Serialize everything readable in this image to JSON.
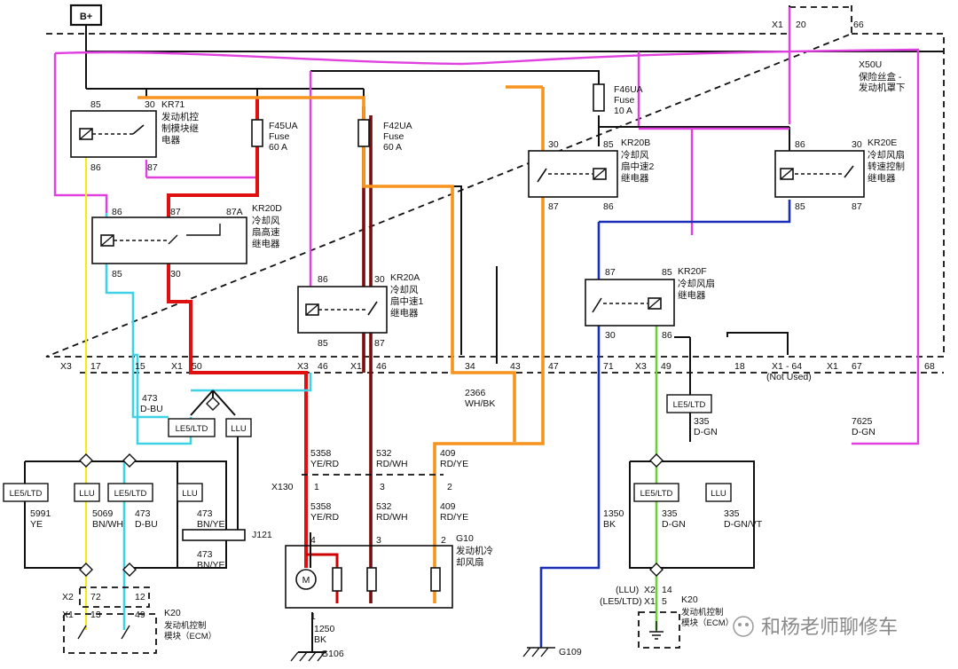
{
  "supply": {
    "label": "B+"
  },
  "fuse_block": {
    "connector_x1": "X1",
    "pin_20": "20",
    "pin_66": "66",
    "name": "X50U",
    "desc_1": "保险丝盒 -",
    "desc_2": "发动机罩下"
  },
  "fuses": [
    {
      "id": "F45UA",
      "word": "Fuse",
      "rating": "60 A"
    },
    {
      "id": "F42UA",
      "word": "Fuse",
      "rating": "60 A"
    },
    {
      "id": "F46UA",
      "word": "Fuse",
      "rating": "10 A"
    }
  ],
  "relays": {
    "kr71": {
      "id": "KR71",
      "desc": [
        "发动机控",
        "制模块继",
        "电器"
      ],
      "pins": [
        "85",
        "30",
        "86",
        "87"
      ]
    },
    "kr20d": {
      "id": "KR20D",
      "desc": [
        "冷却风",
        "扇高速",
        "继电器"
      ],
      "pins": [
        "86",
        "87",
        "87A",
        "85",
        "30"
      ]
    },
    "kr20a": {
      "id": "KR20A",
      "desc": [
        "冷却风",
        "扇中速1",
        "继电器"
      ],
      "pins": [
        "86",
        "30",
        "85",
        "87"
      ]
    },
    "kr20b": {
      "id": "KR20B",
      "desc": [
        "冷却风",
        "扇中速2",
        "继电器"
      ],
      "pins": [
        "30",
        "85",
        "87",
        "86"
      ]
    },
    "kr20e": {
      "id": "KR20E",
      "desc": [
        "冷却风扇",
        "转速控制",
        "继电器"
      ],
      "pins": [
        "86",
        "30",
        "85",
        "87"
      ]
    },
    "kr20f": {
      "id": "KR20F",
      "desc": [
        "冷却风扇",
        "继电器"
      ],
      "pins": [
        "87",
        "85",
        "30",
        "86"
      ]
    }
  },
  "bottom_connectors": [
    {
      "conn": "X3",
      "pin": "17"
    },
    {
      "conn": "",
      "pin": "15"
    },
    {
      "conn": "X1",
      "pin": "50"
    },
    {
      "conn": "X3",
      "pin": "46"
    },
    {
      "conn": "X1",
      "pin": "46"
    },
    {
      "conn": "",
      "pin": "34"
    },
    {
      "conn": "",
      "pin": "43"
    },
    {
      "conn": "",
      "pin": "47"
    },
    {
      "conn": "",
      "pin": "71"
    },
    {
      "conn": "X3",
      "pin": "49"
    },
    {
      "conn": "",
      "pin": "18"
    },
    {
      "conn": "X1",
      "pin": "- 64"
    },
    {
      "conn": "X1",
      "pin": "67"
    },
    {
      "conn": "",
      "pin": "68"
    }
  ],
  "not_used": "(Not Used)",
  "wires": {
    "w473_dbu": [
      "473",
      "D-BU"
    ],
    "w2366": [
      "2366",
      "WH/BK"
    ],
    "w409_top": [
      "409",
      "RD/YE"
    ],
    "w5358_top": [
      "5358",
      "YE/RD"
    ],
    "w532_top": [
      "532",
      "RD/WH"
    ],
    "w5358_bot": [
      "5358",
      "YE/RD"
    ],
    "w532_bot": [
      "532",
      "RD/WH"
    ],
    "w409_bot": [
      "409",
      "RD/YE"
    ],
    "w5991": [
      "5991",
      "YE"
    ],
    "w5069": [
      "5069",
      "BN/WH"
    ],
    "w473_b": [
      "473",
      "D-BU"
    ],
    "w473_bnye1": [
      "473",
      "BN/YE"
    ],
    "w473_bnye2": [
      "473",
      "BN/YE"
    ],
    "w1350": [
      "1350",
      "BK"
    ],
    "w335_a": [
      "335",
      "D-GN"
    ],
    "w335_b": [
      "335",
      "D-GN"
    ],
    "w335_vt": [
      "335",
      "D-GN/VT"
    ],
    "w7625": [
      "7625",
      "D-GN"
    ],
    "w1250": [
      "1250",
      "BK"
    ]
  },
  "options": {
    "le5_ltd": "LE5/LTD",
    "llu": "LLU"
  },
  "x130": {
    "name": "X130",
    "pin1": "1",
    "pin3": "3",
    "pin2": "2"
  },
  "motor": {
    "id": "G10",
    "desc_1": "发动机冷",
    "desc_2": "却风扇",
    "pin4": "4",
    "pin3": "3",
    "pin2": "2",
    "pin1": "1",
    "symbol": "M"
  },
  "splice": {
    "id": "J121"
  },
  "ecm_left": {
    "x2": "X2",
    "x1": "X1",
    "p72": "72",
    "p12": "12",
    "p13": "13",
    "p49": "49",
    "id": "K20",
    "desc_1": "发动机控制",
    "desc_2": "模块（ECM）"
  },
  "ecm_right": {
    "llu_tag": "(LLU)",
    "le5_tag": "(LE5/LTD)",
    "x2": "X2",
    "x1": "X1",
    "p14": "14",
    "p5": "5",
    "id": "K20",
    "desc_1": "发动机控制",
    "desc_2": "模块（ECM）"
  },
  "grounds": {
    "g106": "G106",
    "g109": "G109"
  },
  "watermark": "和杨老师聊修车"
}
